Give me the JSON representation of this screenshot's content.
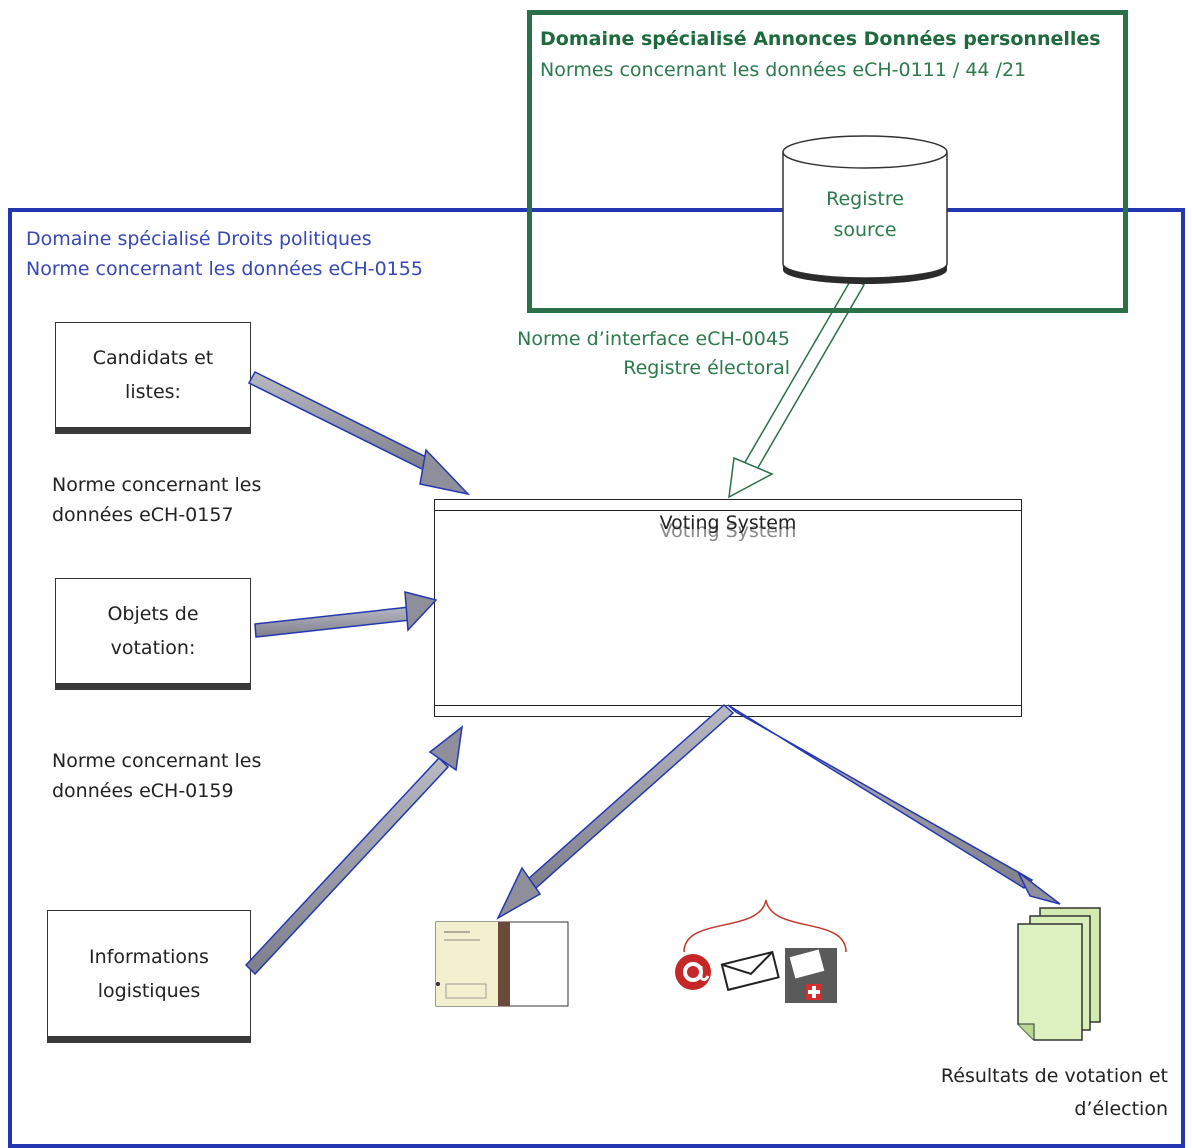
{
  "green_domain": {
    "title": "Domaine spécialisé Annonces Données personnelles",
    "subtitle": "Normes concernant les données eCH-0111 / 44 /21"
  },
  "register": {
    "line1": "Registre",
    "line2": "source"
  },
  "blue_domain": {
    "title": "Domaine spécialisé Droits politiques",
    "subtitle": "Norme concernant les données eCH-0155"
  },
  "interface_norm": {
    "line1": "Norme d’interface eCH-0045",
    "line2": "Registre électoral"
  },
  "boxes": {
    "candidates": {
      "line1": "Candidats et",
      "line2": "listes:"
    },
    "objects": {
      "line1": "Objets de",
      "line2": "votation:"
    },
    "logistics": {
      "line1": "Informations",
      "line2": "logistiques"
    }
  },
  "norm_0157": {
    "line1": "Norme concernant les",
    "line2": "données eCH-0157"
  },
  "norm_0159": {
    "line1": "Norme concernant les",
    "line2": "données eCH-0159"
  },
  "voting_system": {
    "title": "Voting System"
  },
  "results": {
    "line1": "Résultats de votation et",
    "line2": "d’élection"
  },
  "colors": {
    "blue": "#2337b0",
    "green": "#2a7048",
    "arrow_fill": "#8f8f9c"
  },
  "icons": [
    "ballot-document-icon",
    "at-sign-icon",
    "envelope-icon",
    "ballot-box-icon",
    "result-pages-icon"
  ]
}
